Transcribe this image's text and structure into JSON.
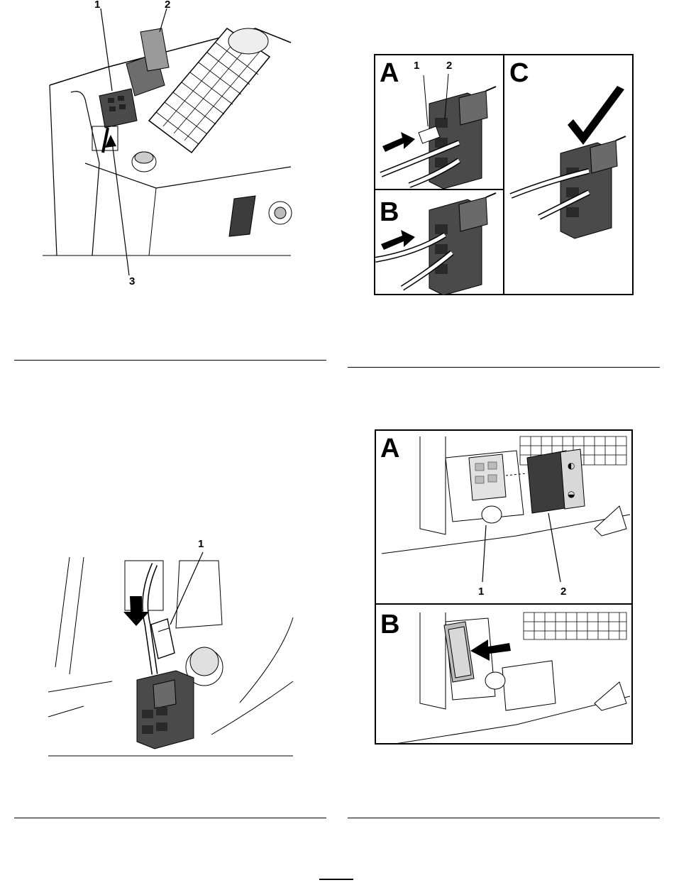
{
  "figure_top_left": {
    "callouts": [
      "1",
      "2",
      "3"
    ]
  },
  "figure_top_right": {
    "panels": {
      "a": "A",
      "b": "B",
      "c": "C"
    },
    "callouts": [
      "1",
      "2"
    ]
  },
  "figure_bottom_left": {
    "callouts": [
      "1"
    ]
  },
  "figure_bottom_right": {
    "panels": {
      "a": "A",
      "b": "B"
    },
    "callouts": [
      "1",
      "2"
    ]
  },
  "colors": {
    "connector": "#4a4a4a",
    "switch_body": "#3c3c3c",
    "light_gray": "#e2e2e2",
    "line": "#000000"
  }
}
